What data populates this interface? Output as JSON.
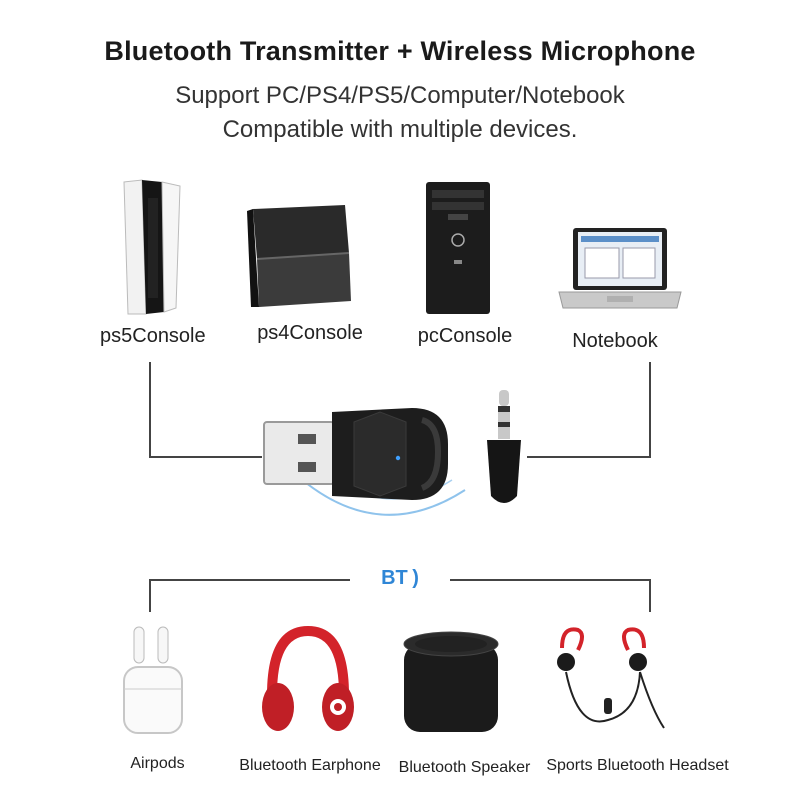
{
  "header": {
    "title": "Bluetooth Transmitter + Wireless Microphone",
    "subtitle_line1": "Support PC/PS4/PS5/Computer/Notebook",
    "subtitle_line2": "Compatible with multiple devices."
  },
  "devices": [
    {
      "label": "ps5Console",
      "icon": "ps5-console-icon"
    },
    {
      "label": "ps4Console",
      "icon": "ps4-console-icon"
    },
    {
      "label": "pcConsole",
      "icon": "pc-tower-icon"
    },
    {
      "label": "Notebook",
      "icon": "laptop-icon"
    }
  ],
  "bt_label": "BT",
  "audio": [
    {
      "label": "Airpods",
      "icon": "airpods-icon"
    },
    {
      "label": "Bluetooth Earphone",
      "icon": "headphones-icon"
    },
    {
      "label": "Bluetooth Speaker",
      "icon": "speaker-icon"
    },
    {
      "label": "Sports Bluetooth Headset",
      "icon": "sports-earbuds-icon"
    }
  ],
  "colors": {
    "accent_blue": "#2f86d6",
    "headphone_red": "#d3232a",
    "dark": "#1b1b1b"
  }
}
